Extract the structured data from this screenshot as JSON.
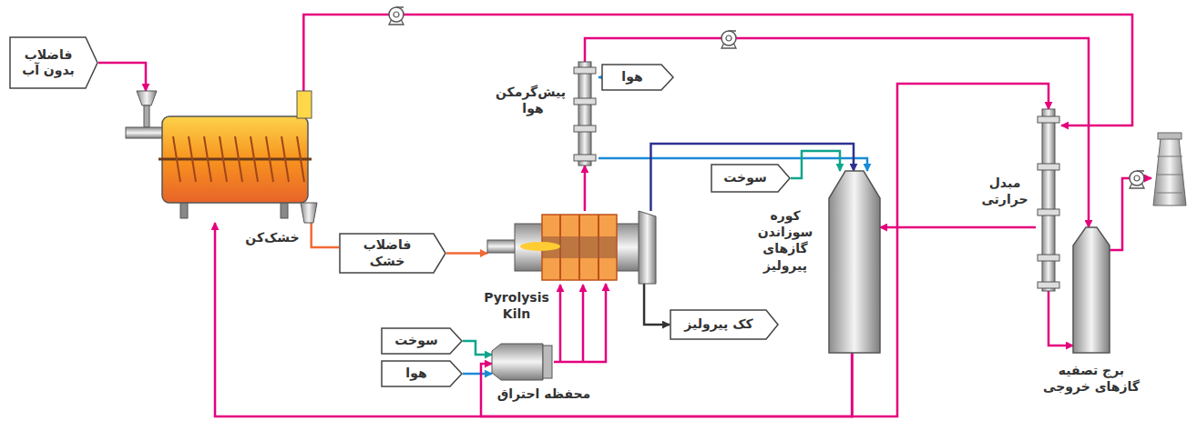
{
  "diagram": {
    "nodes": [
      {
        "text": [
          "فاضلاب بدون آب"
        ]
      },
      {
        "text": [
          "خشک‌کن"
        ]
      },
      {
        "text": [
          "فاضلاب خشک"
        ]
      },
      {
        "text": [
          "Pyrolysis Kiln"
        ]
      },
      {
        "text": [
          "کک پیرولیز"
        ]
      },
      {
        "text": [
          "پیش‌گرمکن هوا"
        ]
      },
      {
        "text": [
          "هوا"
        ]
      },
      {
        "text": [
          "سوخت"
        ]
      },
      {
        "text": [
          "کوره سوزاندن گازهای پیرولیز"
        ]
      },
      {
        "text": [
          "مبدل حرارتی"
        ]
      },
      {
        "text": [
          "برج تصفیه گازهای خروجی"
        ]
      },
      {
        "text": [
          "سوخت"
        ]
      },
      {
        "text": [
          "هوا"
        ]
      },
      {
        "text": [
          "محفظه احتراق"
        ]
      }
    ],
    "edges": [
      {
        "from": 0,
        "to": 1,
        "arrow": "to"
      },
      {
        "from": 1,
        "to": 2,
        "arrow": "none"
      },
      {
        "from": 2,
        "to": 3,
        "arrow": "to"
      },
      {
        "from": 3,
        "to": 4,
        "arrow": "to"
      },
      {
        "from": 3,
        "to": 5,
        "arrow": "to"
      },
      {
        "from": 13,
        "to": 3,
        "arrow": "to"
      },
      {
        "from": 6,
        "to": 5,
        "arrow": "to"
      },
      {
        "from": 5,
        "to": 8,
        "arrow": "to"
      },
      {
        "from": 3,
        "to": 8,
        "arrow": "to"
      },
      {
        "from": 7,
        "to": 8,
        "arrow": "to"
      },
      {
        "from": 11,
        "to": 13,
        "arrow": "to"
      },
      {
        "from": 12,
        "to": 13,
        "arrow": "to"
      },
      {
        "from": 8,
        "to": 1,
        "arrow": "to"
      },
      {
        "from": 8,
        "to": 13,
        "arrow": "to"
      },
      {
        "from": 8,
        "to": 9,
        "arrow": "to"
      },
      {
        "from": 9,
        "to": 8,
        "arrow": "to"
      },
      {
        "from": 9,
        "to": 10,
        "arrow": "to"
      },
      {
        "from": 1,
        "to": 9,
        "arrow": "to"
      },
      {
        "from": 5,
        "to": 10,
        "arrow": "to"
      }
    ]
  }
}
